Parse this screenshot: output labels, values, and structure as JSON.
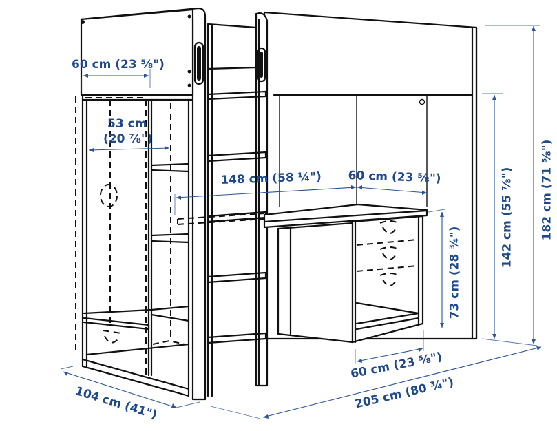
{
  "diagram": {
    "subject": "Loft bed frame with desk, wardrobe and ladder - dimension drawing",
    "line_color": "#111111",
    "dimension_color": "#1f4a8a",
    "dimensions": {
      "wardrobe_depth": "60 cm (23 ⅝\")",
      "wardrobe_inner_width": "53 cm",
      "wardrobe_inner_width_in": "(20 ⅞\")",
      "desk_length": "148 cm (58 ¼\")",
      "desk_depth_top": "60 cm (23 ⅝\")",
      "desk_height": "73 cm (28 ¾\")",
      "under_bed_clearance": "142 cm (55 ⅞\")",
      "total_height": "182 cm (71 ⅝\")",
      "desk_depth_bottom": "60 cm (23 ⅝\")",
      "total_width": "104 cm (41\")",
      "total_length": "205 cm (80 ¾\")"
    }
  }
}
